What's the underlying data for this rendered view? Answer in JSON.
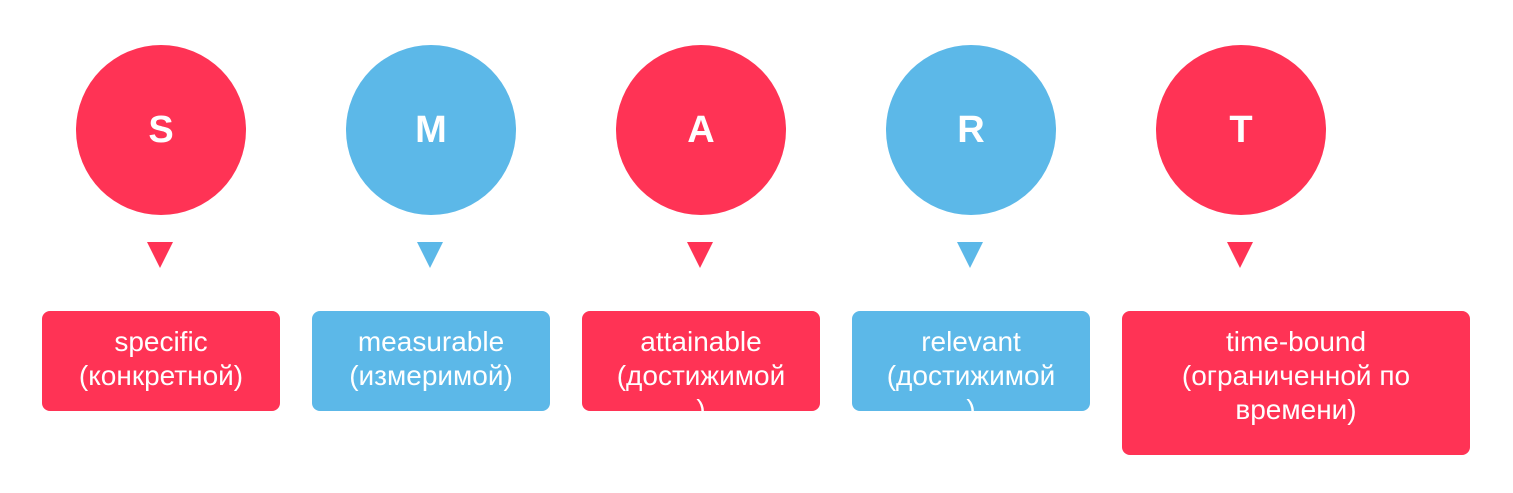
{
  "colors": {
    "red": "#ff3355",
    "blue": "#5cb8e8"
  },
  "steps": [
    {
      "letter": "S",
      "line1": "specific",
      "line2": "(конкретной)",
      "line3": ""
    },
    {
      "letter": "M",
      "line1": "measurable",
      "line2": "(измеримой)",
      "line3": ""
    },
    {
      "letter": "A",
      "line1": "attainable",
      "line2": "(достижимой",
      "line3": ")"
    },
    {
      "letter": "R",
      "line1": "relevant",
      "line2": "(достижимой",
      "line3": ")"
    },
    {
      "letter": "T",
      "line1": "time-bound",
      "line2": "(ограниченной по",
      "line3": "времени)"
    }
  ]
}
